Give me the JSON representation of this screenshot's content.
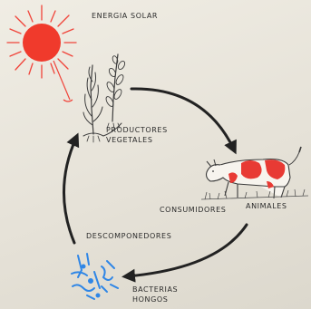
{
  "labels": {
    "sun": "ENERGIA SOLAR",
    "producers_line1": "PRODUCTORES",
    "producers_line2": "VEGETALES",
    "consumers": "CONSUMIDORES",
    "consumers_animals": "ANIMALES",
    "decomposers": "DESCOMPONEDORES",
    "bacteria_line1": "BACTERIAS",
    "bacteria_line2": "HONGOS"
  },
  "colors": {
    "sun": "#f03a2c",
    "sun_ray": "#f0443a",
    "cycle_arrow": "#222222",
    "plant": "#3d3d3d",
    "cow_spots": "#e83a34",
    "microbes": "#2f86e6"
  },
  "icons": [
    "sun-icon",
    "plant-icon",
    "cow-icon",
    "microbe-icon"
  ]
}
